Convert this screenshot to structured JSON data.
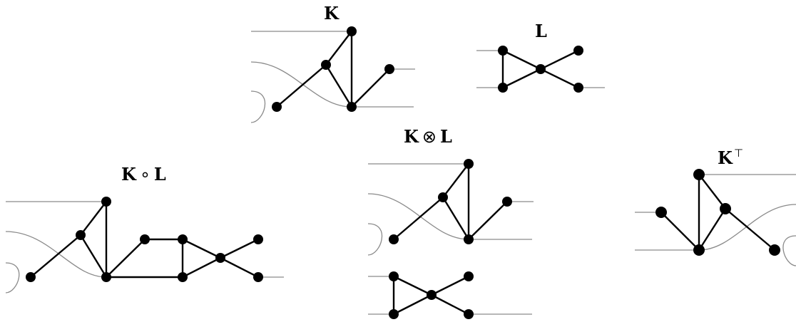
{
  "diagrams": [
    {
      "id": "k",
      "label": "K",
      "op": "",
      "sup": ""
    },
    {
      "id": "l",
      "label": "L",
      "op": "",
      "sup": ""
    },
    {
      "id": "k-compose-l",
      "label": "K",
      "op": "∘",
      "label2": "L",
      "sup": ""
    },
    {
      "id": "k-tensor-l",
      "label": "K",
      "op": "⊗",
      "label2": "L",
      "sup": ""
    },
    {
      "id": "k-transpose",
      "label": "K",
      "op": "",
      "sup": "⊤"
    }
  ]
}
